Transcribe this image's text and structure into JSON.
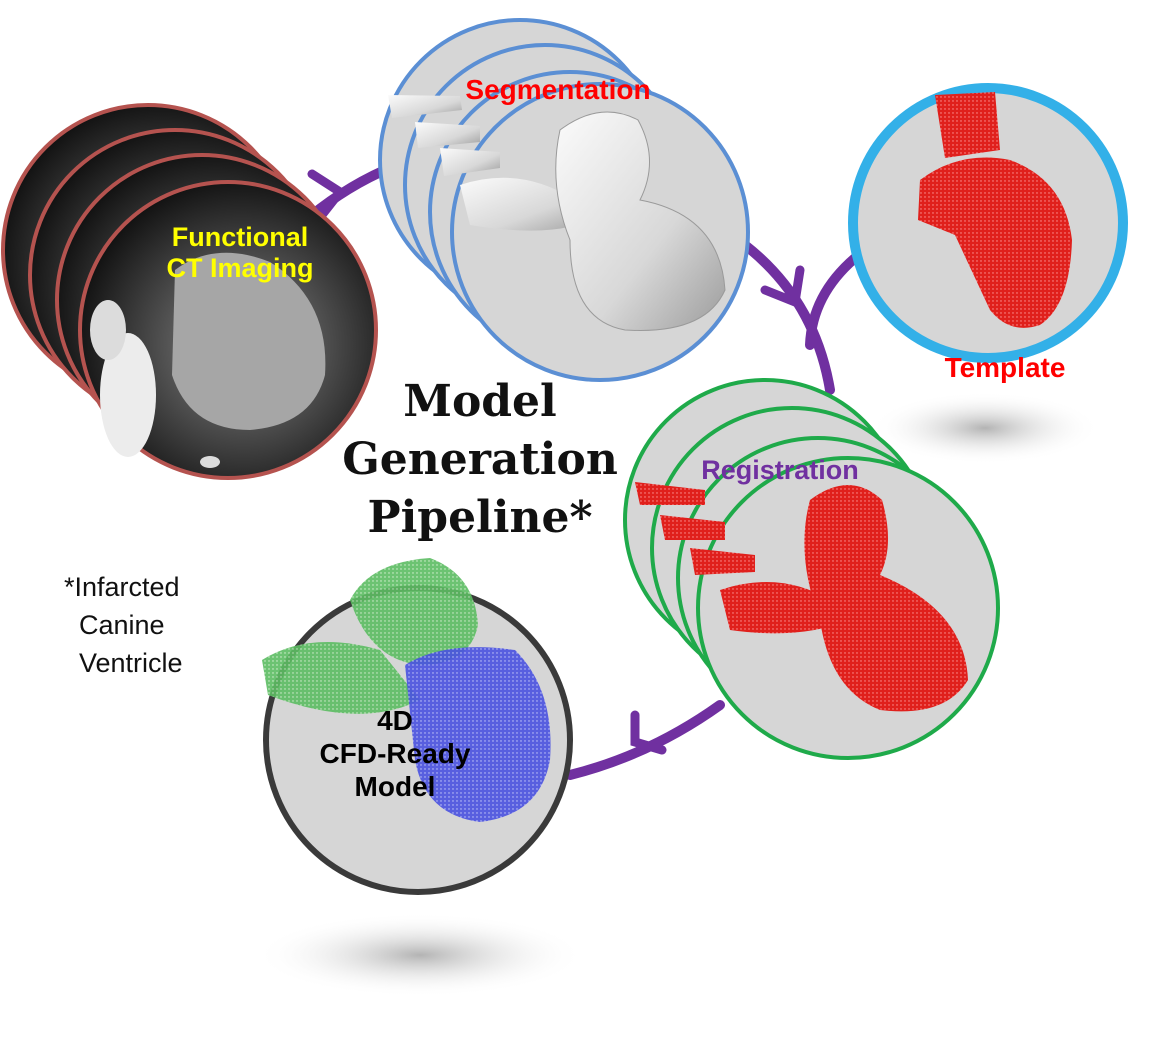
{
  "diagram": {
    "title_lines": [
      "Model",
      "Generation",
      "Pipeline*"
    ],
    "footnote_lines": [
      "*Infarcted",
      "Canine",
      "Ventricle"
    ],
    "stages": {
      "ct_imaging": {
        "label_lines": [
          "Functional",
          "CT Imaging"
        ],
        "color": "#ffff00",
        "ring_color": "#b5534f"
      },
      "segmentation": {
        "label": "Segmentation",
        "color": "#ff0000",
        "ring_color": "#5b8fd4"
      },
      "template": {
        "label": "Template",
        "color": "#ff0000",
        "ring_color": "#33b0e8"
      },
      "registration": {
        "label": "Registration",
        "color": "#7030a0",
        "ring_color": "#1faa4a"
      },
      "cfd_model": {
        "label_lines": [
          "4D",
          "CFD-Ready",
          "Model"
        ],
        "color": "#000000",
        "ring_color": "#3a3a3a"
      }
    },
    "arrow_color": "#7030a0"
  }
}
